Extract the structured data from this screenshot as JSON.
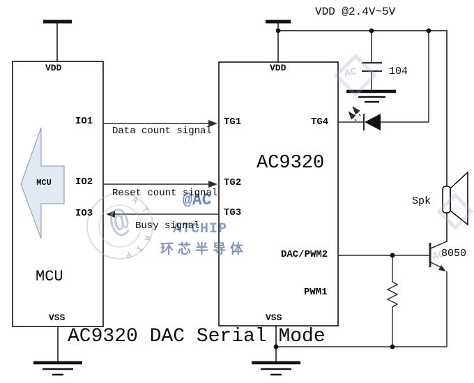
{
  "title": "AC9320 DAC Serial Mode",
  "power": {
    "rail_label": "VDD @2.4V~5V",
    "cap_value": "104"
  },
  "mcu": {
    "name": "MCU",
    "arrow_label": "MCU",
    "pin_vdd": "VDD",
    "pin_io1": "IO1",
    "pin_io2": "IO2",
    "pin_io3": "IO3",
    "pin_vss": "VSS"
  },
  "ac9320": {
    "name": "AC9320",
    "pin_vdd": "VDD",
    "pin_tg1": "TG1",
    "pin_tg2": "TG2",
    "pin_tg3": "TG3",
    "pin_tg4": "TG4",
    "pin_dac_pwm2": "DAC/PWM2",
    "pin_pwm1": "PWM1",
    "pin_vss": "VSS"
  },
  "signals": {
    "data_count": "Data count signal",
    "reset_count": "Reset count signal",
    "busy": "Busy signal"
  },
  "components": {
    "speaker": "Spk",
    "transistor": "8050"
  },
  "watermark": {
    "brand": "@AC",
    "brand2": "ATCHIP",
    "chinese": "环芯半导体",
    "stamp_at": "@",
    "ring": [
      "A",
      "T",
      "C",
      "H",
      "I",
      "P"
    ],
    "corner": "AC"
  },
  "colors": {
    "wire": "#2b2b2b",
    "rail": "#4a4a4a",
    "watermark_blue": "#5578b4",
    "mcu_arrow_fill": "#e3e9f2"
  }
}
